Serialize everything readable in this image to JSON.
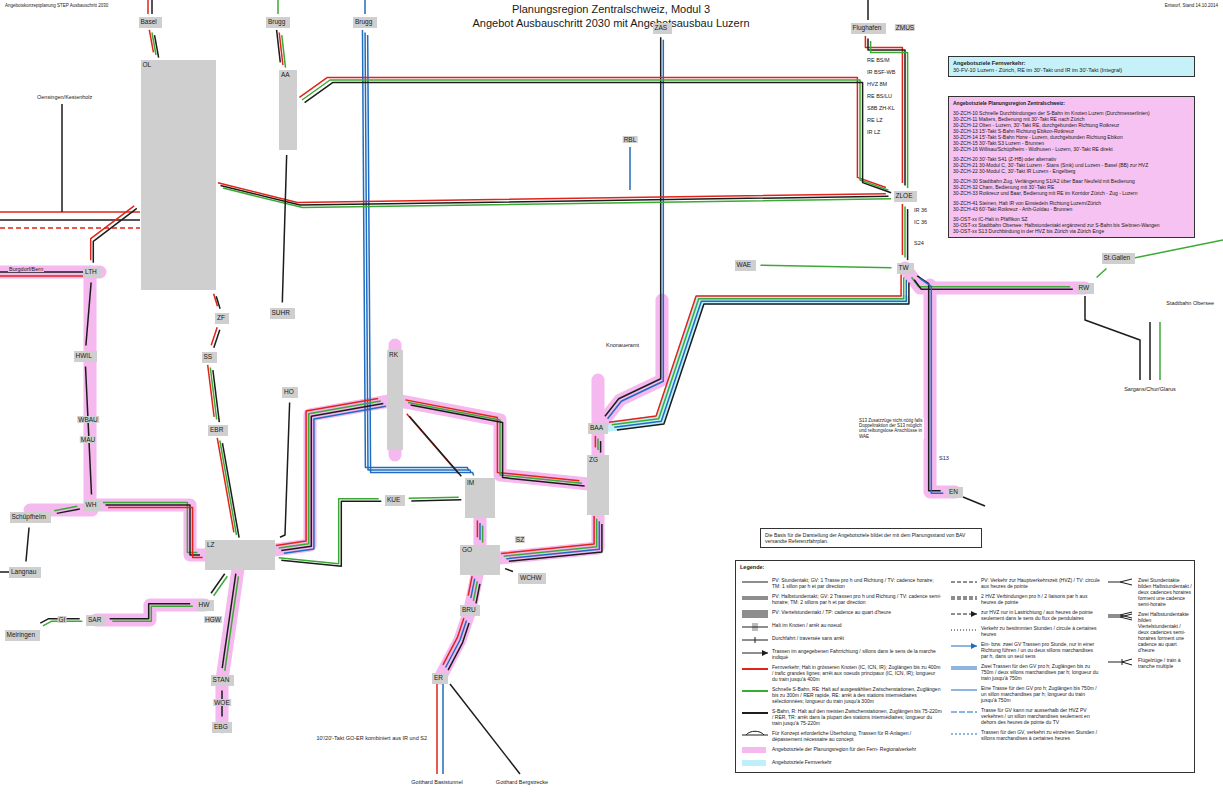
{
  "diagram": {
    "title": "Planungsregion Zentralschweiz, Modul 3",
    "nodes": [
      {
        "text": [
          "Basel"
        ]
      },
      {
        "text": [
          "Brugg"
        ]
      },
      {
        "text": [
          "Brugg"
        ]
      },
      {
        "text": [
          "ZAS"
        ]
      },
      {
        "text": [
          "Flughafen"
        ]
      },
      {
        "text": [
          "OL"
        ]
      },
      {
        "text": [
          "AA"
        ]
      },
      {
        "text": [
          "LTH"
        ]
      },
      {
        "text": [
          "ZF"
        ]
      },
      {
        "text": [
          "SUHR"
        ]
      },
      {
        "text": [
          "SS"
        ]
      },
      {
        "text": [
          "HO"
        ]
      },
      {
        "text": [
          "EBR"
        ]
      },
      {
        "text": [
          "HWIL"
        ]
      },
      {
        "text": [
          "WH"
        ]
      },
      {
        "text": [
          "LZ"
        ]
      },
      {
        "text": [
          "HW"
        ]
      },
      {
        "text": [
          "STAN"
        ]
      },
      {
        "text": [
          "EBG"
        ]
      },
      {
        "text": [
          "SAR"
        ]
      },
      {
        "text": [
          "RK"
        ]
      },
      {
        "text": [
          "IM"
        ]
      },
      {
        "text": [
          "GO"
        ]
      },
      {
        "text": [
          "BRU"
        ]
      },
      {
        "text": [
          "ER"
        ]
      },
      {
        "text": [
          "ZG"
        ]
      },
      {
        "text": [
          "WAE"
        ]
      },
      {
        "text": [
          "TW"
        ]
      },
      {
        "text": [
          "ZLOE"
        ]
      },
      {
        "text": [
          "RW"
        ]
      },
      {
        "text": [
          "EN"
        ]
      },
      {
        "text": [
          "WCHW"
        ]
      },
      {
        "text": [
          "KUE"
        ]
      },
      {
        "text": [
          "Langnau"
        ]
      },
      {
        "text": [
          "Meiringen"
        ]
      },
      {
        "text": [
          "Schüpfheim"
        ]
      },
      {
        "text": [
          "BAA"
        ]
      },
      {
        "text": [
          "St.Gallen"
        ]
      },
      {
        "text": [
          "Angebotsziele Fernverkehr:",
          "30-FV-10 Luzern - Zürich, RE im 30'-Takt und IR im 30'-Takt (Integral)"
        ]
      },
      {
        "text": [
          "Angebotsziele Planungsregion Zentralschweiz:",
          "30-ZCH-10 Schnelle Durchbindungen der S-Bahn im Knoten Luzern (Durchmesserlinien)",
          "30-ZCH-11 Malters, Bedienung mit 30'-Takt RE nach Zürich",
          "30-ZCH-12 Olten - Luzern, 30'-Takt RE, durchgebunden Richtung Rotkreuz",
          "30-ZCH-13 15'-Takt S-Bahn Richtung Ebikon-Rotkreuz",
          "30-ZCH-14 15'-Takt S-Bahn Horw - Luzern, durchgebunden Richtung Ebikon",
          "30-ZCH-15 30'-Takt S3 Luzern - Brunnen",
          "30-ZCH-16 Willisau/Schüpfheim - Wolhusen - Luzern, 30'-Takt RE direkt",
          "30-ZCH-20 30'-Takt S41 (Z-HB) oder alternativ",
          "30-ZCH-21 30-Modul C, 30'-Takt Luzern - Stans (Smk) und Luzern - Basel (BB) zur HVZ",
          "30-ZCH-22 30-Modul C, 30'-Takt IR Luzern - Engelberg",
          "30-ZCH-30 Stadtbahn Zug, Verlängerung S1/A2 über Baar Neufeld mit Bedienung",
          "30-ZCH-32 Cham, Bedienung mit 30'-Takt RE",
          "30-ZCH-33 Rotkreuz und Baar, Bedienung mit RE im Korridor Zürich - Zug - Luzern",
          "30-ZCH-41 Steinen, Halt IR von Einsiedeln Richtung Luzern/Zürich",
          "30-ZCH-43 60'-Takt Rotkreuz - Arth-Goldau - Brunnen",
          "30-OST-xx IC-Halt in Pfäffikon SZ",
          "30-OST-xx Stadtbahn Obersee: Halbstundentakt ergänzend zur S-Bahn bis Siebnen-Wangen",
          "30-OST-xx S13 Durchbindung in der HVZ bis Zürich via Zürich Enge"
        ]
      },
      {
        "text": [
          "Die Basis für die Darstellung der Angebotsziele bildet der mit dem Planungsstand von BAV versandte Referenzfahrplan."
        ]
      },
      {
        "text": [
          "Legende:"
        ]
      }
    ],
    "edges": [
      {
        "from": 0,
        "to": 5,
        "arrow": "none"
      },
      {
        "from": 1,
        "to": 6,
        "arrow": "none"
      },
      {
        "from": 2,
        "to": 21,
        "arrow": "none"
      },
      {
        "from": 5,
        "to": 8,
        "arrow": "none"
      },
      {
        "from": 8,
        "to": 10,
        "arrow": "none"
      },
      {
        "from": 10,
        "to": 12,
        "arrow": "none"
      },
      {
        "from": 12,
        "to": 15,
        "arrow": "none"
      },
      {
        "from": 5,
        "to": 7,
        "arrow": "none"
      },
      {
        "from": 7,
        "to": 13,
        "arrow": "none"
      },
      {
        "from": 13,
        "to": 14,
        "arrow": "none"
      },
      {
        "from": 35,
        "to": 14,
        "arrow": "none"
      },
      {
        "from": 33,
        "to": 35,
        "arrow": "none"
      },
      {
        "from": 14,
        "to": 15,
        "arrow": "none"
      },
      {
        "from": 34,
        "to": 19,
        "arrow": "none"
      },
      {
        "from": 19,
        "to": 16,
        "arrow": "none"
      },
      {
        "from": 16,
        "to": 15,
        "arrow": "none"
      },
      {
        "from": 15,
        "to": 17,
        "arrow": "none"
      },
      {
        "from": 17,
        "to": 18,
        "arrow": "none"
      },
      {
        "from": 15,
        "to": 11,
        "arrow": "none"
      },
      {
        "from": 15,
        "to": 20,
        "arrow": "none"
      },
      {
        "from": 15,
        "to": 32,
        "arrow": "none"
      },
      {
        "from": 32,
        "to": 21,
        "arrow": "none"
      },
      {
        "from": 20,
        "to": 21,
        "arrow": "none"
      },
      {
        "from": 20,
        "to": 25,
        "arrow": "none"
      },
      {
        "from": 21,
        "to": 22,
        "arrow": "none"
      },
      {
        "from": 22,
        "to": 23,
        "arrow": "none"
      },
      {
        "from": 23,
        "to": 24,
        "arrow": "none"
      },
      {
        "from": 25,
        "to": 22,
        "arrow": "none"
      },
      {
        "from": 22,
        "to": 31,
        "arrow": "none"
      },
      {
        "from": 36,
        "to": 25,
        "arrow": "none"
      },
      {
        "from": 3,
        "to": 36,
        "arrow": "none"
      },
      {
        "from": 36,
        "to": 27,
        "arrow": "none"
      },
      {
        "from": 26,
        "to": 27,
        "arrow": "none"
      },
      {
        "from": 27,
        "to": 28,
        "arrow": "none"
      },
      {
        "from": 28,
        "to": 4,
        "arrow": "none"
      },
      {
        "from": 27,
        "to": 29,
        "arrow": "none"
      },
      {
        "from": 29,
        "to": 37,
        "arrow": "none"
      },
      {
        "from": 27,
        "to": 30,
        "arrow": "none"
      },
      {
        "from": 5,
        "to": 28,
        "arrow": "none"
      },
      {
        "from": 6,
        "to": 28,
        "arrow": "none"
      },
      {
        "from": 6,
        "to": 9,
        "arrow": "none"
      }
    ],
    "labels": [
      "Angebotskonzeptplanung STEP Ausbauschritt 2030",
      "Angebot Ausbauschritt 2030 mit Angebotsausbau Luzern",
      "Entwurf, Stand 14.10.2014",
      "Oensingen/Kestenholz",
      "Burgdorf/Bern",
      "Gotthard Basistunnel",
      "Gotthard Bergstrecke",
      "10'/20'-Takt GO-ER kombiniert aus IR und S2",
      "Knonaueramt",
      "S13 Zusatzzüge nicht nötig falls Doppeltraktion der S13 möglich und reibungslose Anschlüsse in WAE",
      "Stadtbahn Obersee",
      "Sargans/Chur/Glarus",
      "RE BS/M",
      "IR BSF-WB",
      "HVZ 8M",
      "RE BS/LU",
      "S8B ZH-KL",
      "RE LZ",
      "IR LZ",
      "IR 36",
      "IC 36",
      "S24",
      "S13",
      "GI",
      "HGW",
      "WOE",
      "WBAU",
      "MAU",
      "RBL",
      "ZMUS",
      "SZ"
    ],
    "legend": [
      {
        "text": "PV: Stundentakt; GV: 1 Trasse pro h und Richtung / TV: cadence horaire; TM: 1 sillon par h et par direction"
      },
      {
        "text": "PV: Halbstundentakt; GV: 2 Trassen pro h und Richtung / TV: cadence semi-horaire; TM: 2 sillons par h et par direction"
      },
      {
        "text": "PV: Viertelstundentakt / TP: cadence au quart d'heure"
      },
      {
        "text": "Halt im Knoten / arrêt au noeud"
      },
      {
        "text": "Durchfahrt / traversée sans arrêt"
      },
      {
        "text": "Trassen im angegebenen Fahrrichtung / sillons dans le sens de la marche indiqué"
      },
      {
        "text": "Fernverkehr; Halt in grösseren Knoten (IC, ICN, IR); Zuglängen bis zu 400m / trafic grandes lignes; arrêt aux noeuds principaux (IC, ICN, IR); longueur du train jusqu'à 400m"
      },
      {
        "text": "Schnelle S-Bahn, RE: Halt auf ausgewählten Zwischenstationen, Zuglängen bis zu 300m / RER rapide, RE: arrêt à des stations intermédiaires sélectionnées; longueur du train jusqu'à 300m"
      },
      {
        "text": "S-Bahn, R: Halt auf den meisten Zwischenstationen, Zuglängen bis 75-220m / RER, TR: arrêt dans la plupart des stations intermédiaires; longueur du train jusqu'à 75-220m"
      },
      {
        "text": "Für Konzept erforderliche Überholung, Trassen für R-Anlagen / dépassement nécessaire au concept"
      },
      {
        "text": "Angebotsziele der Planungsregion für den Fern- Regionalverkehr",
        "color": "#f5b8ef"
      },
      {
        "text": "Angebotsziele Fernverkehr",
        "color": "#bfeff8"
      },
      {
        "text": "PV: Verkehr zur Hauptverkehrszeit (HVZ) / TV: circule aux heures de pointe"
      },
      {
        "text": "2 HVZ Verbindungen pro h / 2 liaisons par h aux heures de pointe"
      },
      {
        "text": "zur HVZ nur in Lastrichtung / aux heures de pointe seulement dans le sens du flux de pendulaires"
      },
      {
        "text": "Verkehr zu bestimmten Stunden / circule à certaines heures"
      },
      {
        "text": "Ein- bzw. zwei GV Trassen pro Stunde, nur in einer Richtung führen / un ou deux sillons marchandises par h, dans un seul sens"
      },
      {
        "text": "Zwei Trassen für den GV pro h; Zuglängen bis zu 750m / deux sillons marchandises par h; longueur du train jusqu'à 750m"
      },
      {
        "text": "Eine Trasse für den GV pro h; Zuglängen bis 750m / un sillon marchandises par h; longueur du train jusqu'à 750m"
      },
      {
        "text": "Trasse für GV kann nur ausserhalb der HVZ PV verkehren / un sillon marchandises seulement en dehors des heures de pointe du TV"
      },
      {
        "text": "Trassen für den GV, verkehrt zu einzelnen Stunden / sillons marchandises à certaines heures"
      },
      {
        "text": "Zwei Stundentakte bilden Halbstundentakt / deux cadences horaires forment une cadence semi-horaire"
      },
      {
        "text": "Zwei Halbstundentakte bilden Viertelstundentakt / deux cadences semi-horaires forment une cadence au quart d'heure"
      },
      {
        "text": "Flügelzüge / train à tranche multiple"
      }
    ]
  }
}
